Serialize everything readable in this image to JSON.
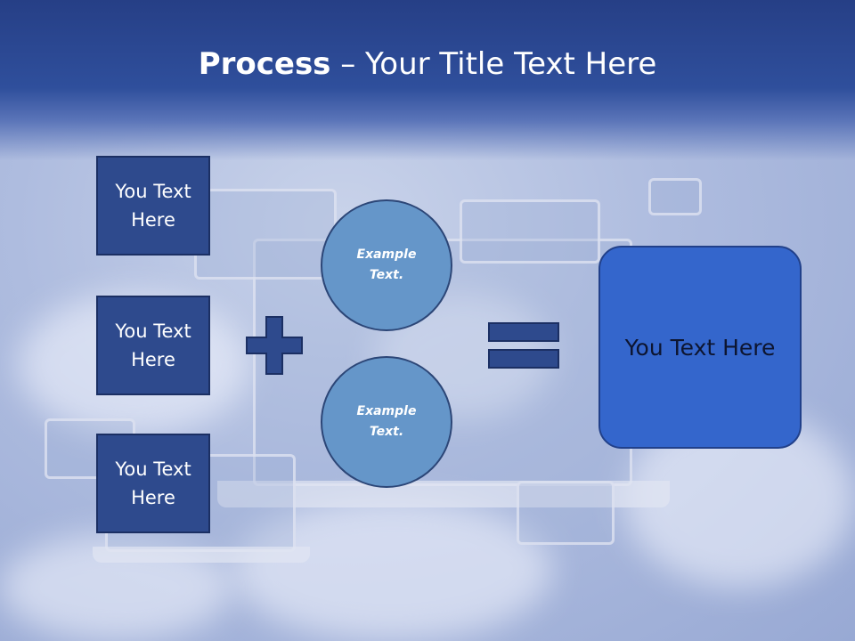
{
  "title": {
    "bold": "Process",
    "rest": " – Your Title Text Here"
  },
  "left_boxes": [
    {
      "label": "You Text Here"
    },
    {
      "label": "You Text Here"
    },
    {
      "label": "You Text Here"
    }
  ],
  "circles": [
    {
      "label": "Example Text."
    },
    {
      "label": "Example Text."
    }
  ],
  "result": {
    "label": "You Text Here"
  },
  "symbols": {
    "plus": "plus-icon",
    "equals": "equals-icon"
  },
  "colors": {
    "box": "#2e4a8d",
    "circle": "#6596c9",
    "result": "#3466cc",
    "header": "#263f86"
  }
}
